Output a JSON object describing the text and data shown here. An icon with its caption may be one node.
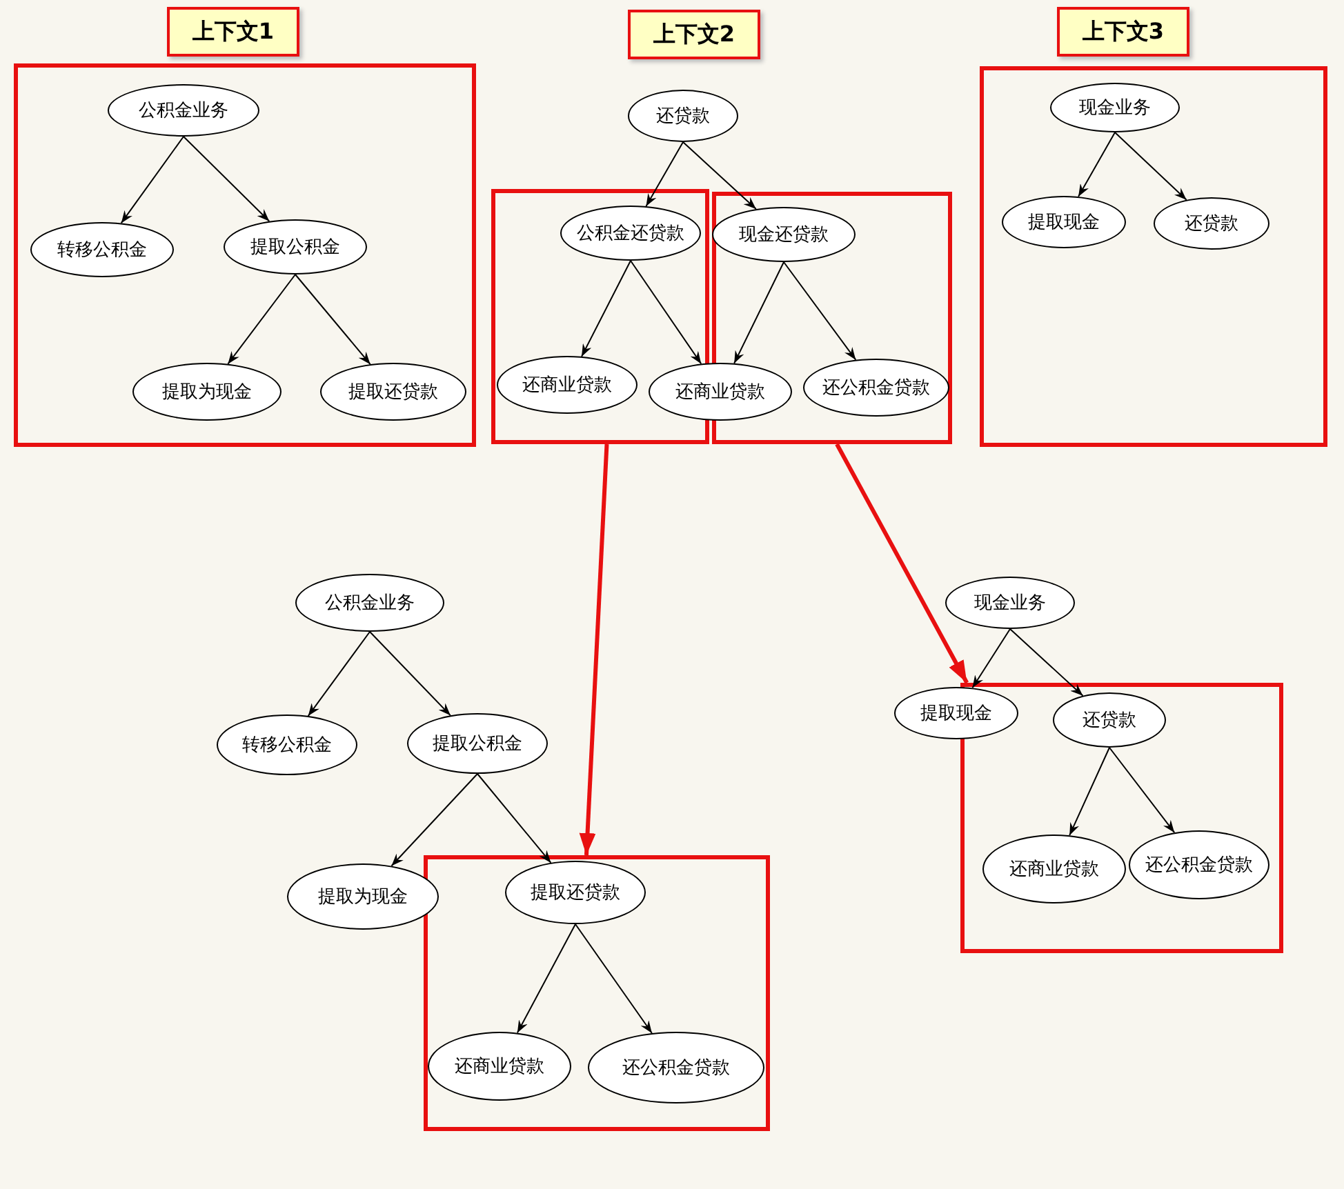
{
  "diagram": {
    "nodes": [
      {
        "text": [
          "上下文1"
        ]
      },
      {
        "text": [
          "上下文2"
        ]
      },
      {
        "text": [
          "上下文3"
        ]
      },
      {
        "text": [],
        "shape": "box"
      },
      {
        "text": [
          "公积金业务"
        ],
        "in": 3
      },
      {
        "text": [
          "转移公积金"
        ],
        "in": 3
      },
      {
        "text": [
          "提取公积金"
        ],
        "in": 3
      },
      {
        "text": [
          "提取为现金"
        ],
        "in": 3
      },
      {
        "text": [
          "提取还贷款"
        ],
        "in": 3
      },
      {
        "text": [
          "还贷款"
        ]
      },
      {
        "text": [],
        "shape": "box"
      },
      {
        "text": [],
        "shape": "box"
      },
      {
        "text": [
          "公积金还贷款"
        ],
        "in": 10
      },
      {
        "text": [
          "现金还贷款"
        ],
        "in": 11
      },
      {
        "text": [
          "还商业贷款"
        ],
        "in": 10
      },
      {
        "text": [
          "还商业贷款"
        ]
      },
      {
        "text": [
          "还公积金贷款"
        ],
        "in": 11
      },
      {
        "text": [],
        "shape": "box"
      },
      {
        "text": [
          "现金业务"
        ],
        "in": 17
      },
      {
        "text": [
          "提取现金"
        ],
        "in": 17
      },
      {
        "text": [
          "还贷款"
        ],
        "in": 17
      },
      {
        "text": [
          "公积金业务"
        ]
      },
      {
        "text": [
          "转移公积金"
        ]
      },
      {
        "text": [
          "提取公积金"
        ]
      },
      {
        "text": [
          "提取为现金"
        ]
      },
      {
        "text": [],
        "shape": "box"
      },
      {
        "text": [
          "提取还贷款"
        ],
        "in": 25
      },
      {
        "text": [
          "还商业贷款"
        ],
        "in": 25
      },
      {
        "text": [
          "还公积金贷款"
        ],
        "in": 25
      },
      {
        "text": [
          "现金业务"
        ]
      },
      {
        "text": [
          "提取现金"
        ]
      },
      {
        "text": [],
        "shape": "box"
      },
      {
        "text": [
          "还贷款"
        ],
        "in": 31
      },
      {
        "text": [
          "还商业贷款"
        ],
        "in": 31
      },
      {
        "text": [
          "还公积金贷款"
        ],
        "in": 31
      }
    ],
    "edges": [
      {
        "from": 4,
        "to": 5,
        "arrow": "to"
      },
      {
        "from": 4,
        "to": 6,
        "arrow": "to"
      },
      {
        "from": 6,
        "to": 7,
        "arrow": "to"
      },
      {
        "from": 6,
        "to": 8,
        "arrow": "to"
      },
      {
        "from": 9,
        "to": 12,
        "arrow": "to"
      },
      {
        "from": 9,
        "to": 13,
        "arrow": "to"
      },
      {
        "from": 12,
        "to": 14,
        "arrow": "to"
      },
      {
        "from": 12,
        "to": 15,
        "arrow": "to"
      },
      {
        "from": 13,
        "to": 15,
        "arrow": "to"
      },
      {
        "from": 13,
        "to": 16,
        "arrow": "to"
      },
      {
        "from": 18,
        "to": 19,
        "arrow": "to"
      },
      {
        "from": 18,
        "to": 20,
        "arrow": "to"
      },
      {
        "from": 21,
        "to": 22,
        "arrow": "to"
      },
      {
        "from": 21,
        "to": 23,
        "arrow": "to"
      },
      {
        "from": 23,
        "to": 24,
        "arrow": "to"
      },
      {
        "from": 23,
        "to": 26,
        "arrow": "to"
      },
      {
        "from": 26,
        "to": 27,
        "arrow": "to"
      },
      {
        "from": 26,
        "to": 28,
        "arrow": "to"
      },
      {
        "from": 29,
        "to": 30,
        "arrow": "to"
      },
      {
        "from": 29,
        "to": 32,
        "arrow": "to"
      },
      {
        "from": 32,
        "to": 33,
        "arrow": "to"
      },
      {
        "from": 32,
        "to": 34,
        "arrow": "to"
      },
      {
        "from": 10,
        "to": 25,
        "arrow": "to",
        "style": "thick",
        "color": "#e81010"
      },
      {
        "from": 11,
        "to": 31,
        "arrow": "to",
        "style": "thick",
        "color": "#e81010"
      }
    ]
  }
}
